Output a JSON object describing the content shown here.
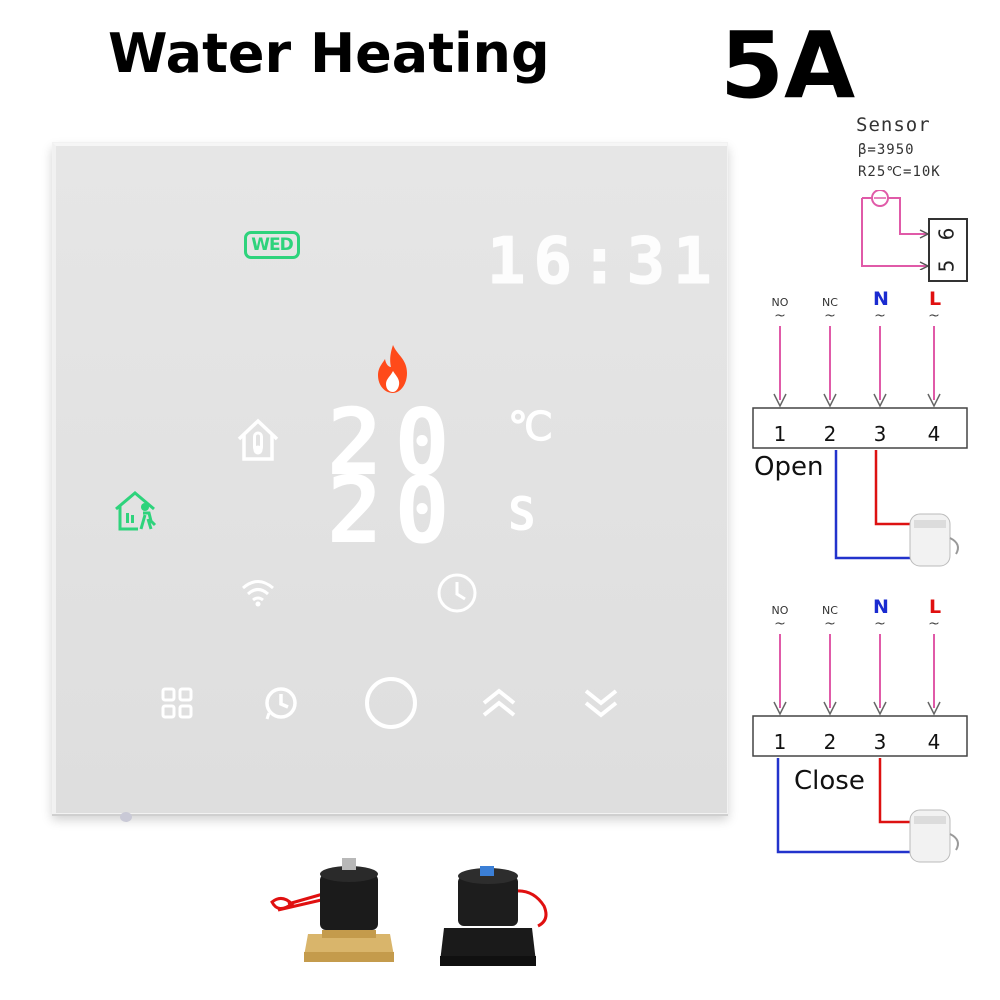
{
  "title": "Water Heating",
  "current_rating": "5A",
  "thermostat": {
    "day": "WED",
    "time": "16:31",
    "set_temperature": "20",
    "temperature_unit": "℃",
    "current_temperature": "20",
    "unit_s": "S",
    "colors": {
      "panel": "#e3e3e3",
      "display": "#ffffff",
      "day_badge": "#2ed37c",
      "flame": "#ff4a1a",
      "mode_icon": "#2ed37c"
    },
    "icons": [
      "flame-icon",
      "home-thermometer-icon",
      "home-person-icon",
      "wifi-icon",
      "clock-icon",
      "menu-grid-icon",
      "schedule-icon",
      "power-icon",
      "chevron-up-icon",
      "chevron-down-icon"
    ]
  },
  "sensor": {
    "title": "Sensor",
    "beta": "β=3950",
    "resistance": "R25℃=10K",
    "terminals": [
      "5",
      "6"
    ]
  },
  "wiring": {
    "open": {
      "label": "Open",
      "top_labels": [
        "NO",
        "NC",
        "N",
        "L"
      ],
      "terminals": [
        "1",
        "2",
        "3",
        "4"
      ]
    },
    "close": {
      "label": "Close",
      "top_labels": [
        "NO",
        "NC",
        "N",
        "L"
      ],
      "terminals": [
        "1",
        "2",
        "3",
        "4"
      ]
    },
    "colors": {
      "input_wire": "#e05aa8",
      "neutral_wire": "#2233cc",
      "live_wire": "#dd1111",
      "N_label": "#1a2bd0",
      "L_label": "#e01010"
    }
  }
}
